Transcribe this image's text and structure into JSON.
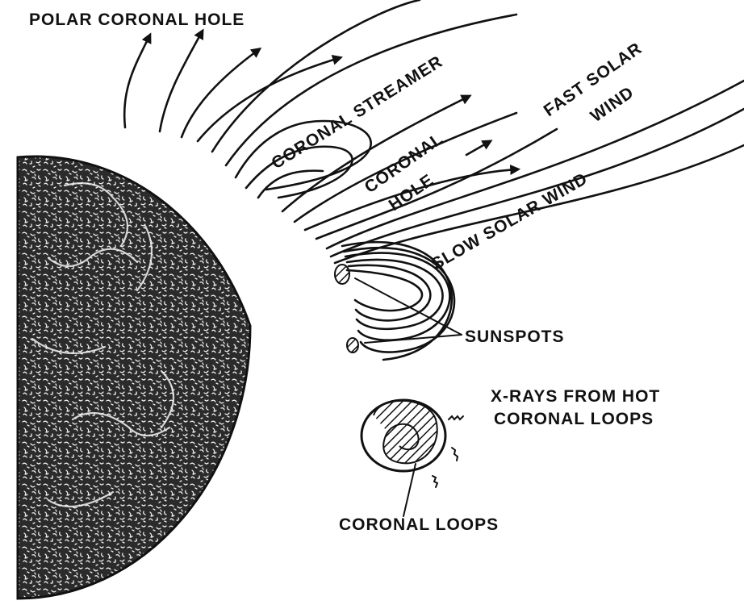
{
  "labels": {
    "polar_coronal_hole": "POLAR CORONAL HOLE",
    "coronal_streamer": "CORONAL STREAMER",
    "fast_solar_wind_1": "FAST SOLAR",
    "fast_solar_wind_2": "WIND",
    "coronal_hole_1": "CORONAL",
    "coronal_hole_2": "HOLE",
    "slow_solar_wind": "SLOW SOLAR WIND",
    "sunspots": "SUNSPOTS",
    "xrays_1": "X-RAYS FROM HOT",
    "xrays_2": "CORONAL LOOPS",
    "coronal_loops": "CORONAL LOOPS"
  },
  "colors": {
    "ink": "#111111",
    "sun_fill": "#2a2a2a",
    "background": "#ffffff"
  }
}
